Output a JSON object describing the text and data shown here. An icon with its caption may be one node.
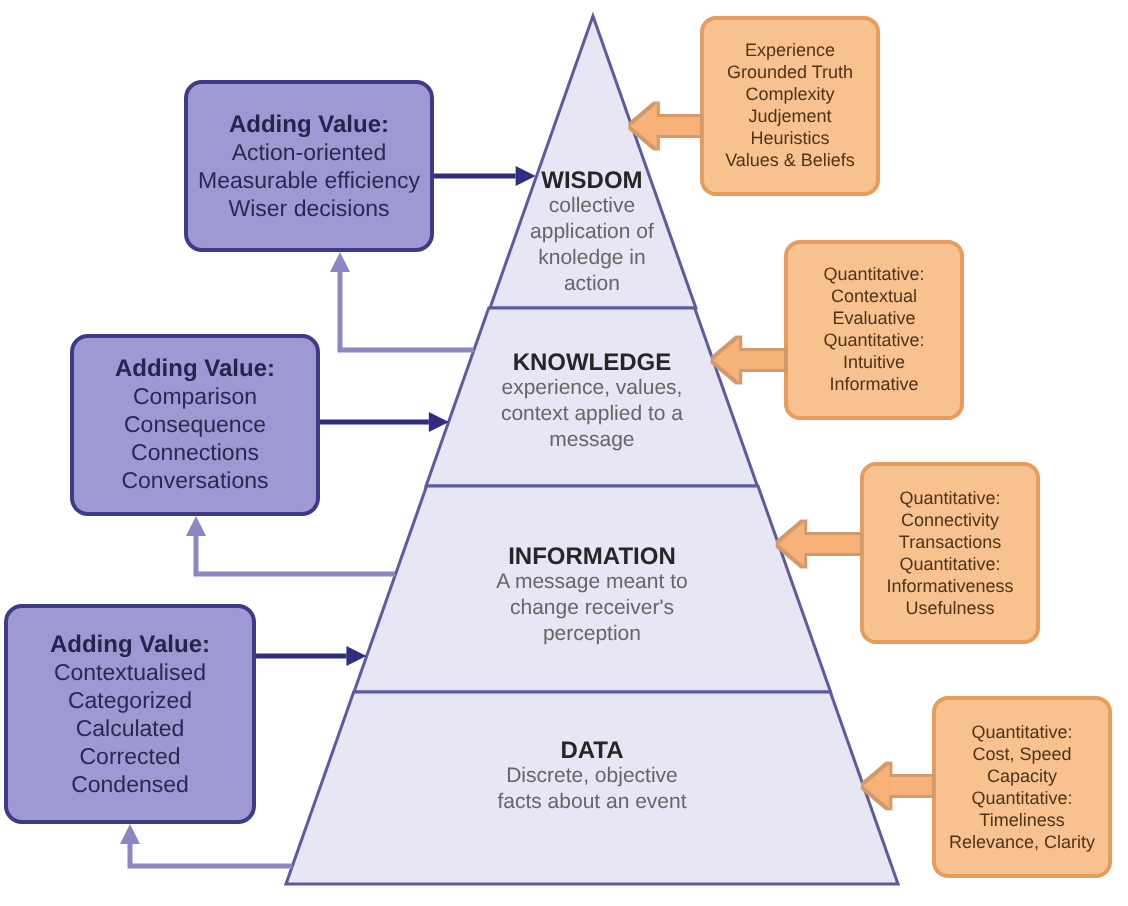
{
  "diagram": {
    "nodes": [
      {
        "text": [
          "WISDOM",
          "collective application of knoledge in action"
        ]
      },
      {
        "text": [
          "KNOWLEDGE",
          "experience, values, context applied to a message"
        ]
      },
      {
        "text": [
          "INFORMATION",
          "A message meant to change receiver's perception"
        ]
      },
      {
        "text": [
          "DATA",
          "Discrete, objective facts about an event"
        ]
      },
      {
        "text": [
          "Adding Value:",
          "Action-oriented",
          "Measurable efficiency",
          "Wiser decisions"
        ]
      },
      {
        "text": [
          "Adding Value:",
          "Comparison",
          "Consequence",
          "Connections",
          "Conversations"
        ]
      },
      {
        "text": [
          "Adding Value:",
          "Contextualised",
          "Categorized",
          "Calculated",
          "Corrected",
          "Condensed"
        ]
      },
      {
        "text": [
          "Experience",
          "Grounded Truth",
          "Complexity",
          "Judjement",
          "Heuristics",
          "Values & Beliefs"
        ]
      },
      {
        "text": [
          "Quantitative:",
          "Contextual",
          "Evaluative",
          "Quantitative:",
          "Intuitive",
          "Informative"
        ]
      },
      {
        "text": [
          "Quantitative:",
          "Connectivity",
          "Transactions",
          "Quantitative:",
          "Informativeness",
          "Usefulness"
        ]
      },
      {
        "text": [
          "Quantitative:",
          "Cost, Speed",
          "Capacity",
          "Quantitative:",
          "Timeliness",
          "Relevance, Clarity"
        ]
      }
    ],
    "edges": [
      {
        "from": 4,
        "to": 0,
        "arrow": "to",
        "color": "#2f2c82"
      },
      {
        "from": 1,
        "to": 4,
        "arrow": "to",
        "color": "#8a87c4"
      },
      {
        "from": 5,
        "to": 1,
        "arrow": "to",
        "color": "#2f2c82"
      },
      {
        "from": 2,
        "to": 5,
        "arrow": "to",
        "color": "#8a87c4"
      },
      {
        "from": 6,
        "to": 2,
        "arrow": "to",
        "color": "#2f2c82"
      },
      {
        "from": 3,
        "to": 6,
        "arrow": "to",
        "color": "#8a87c4"
      },
      {
        "from": 7,
        "to": 0,
        "arrow": "to",
        "style": "thick",
        "color": "#f7b27a"
      },
      {
        "from": 8,
        "to": 1,
        "arrow": "to",
        "style": "thick",
        "color": "#f7b27a"
      },
      {
        "from": 9,
        "to": 2,
        "arrow": "to",
        "style": "thick",
        "color": "#f7b27a"
      },
      {
        "from": 10,
        "to": 3,
        "arrow": "to",
        "style": "thick",
        "color": "#f7b27a"
      }
    ]
  }
}
